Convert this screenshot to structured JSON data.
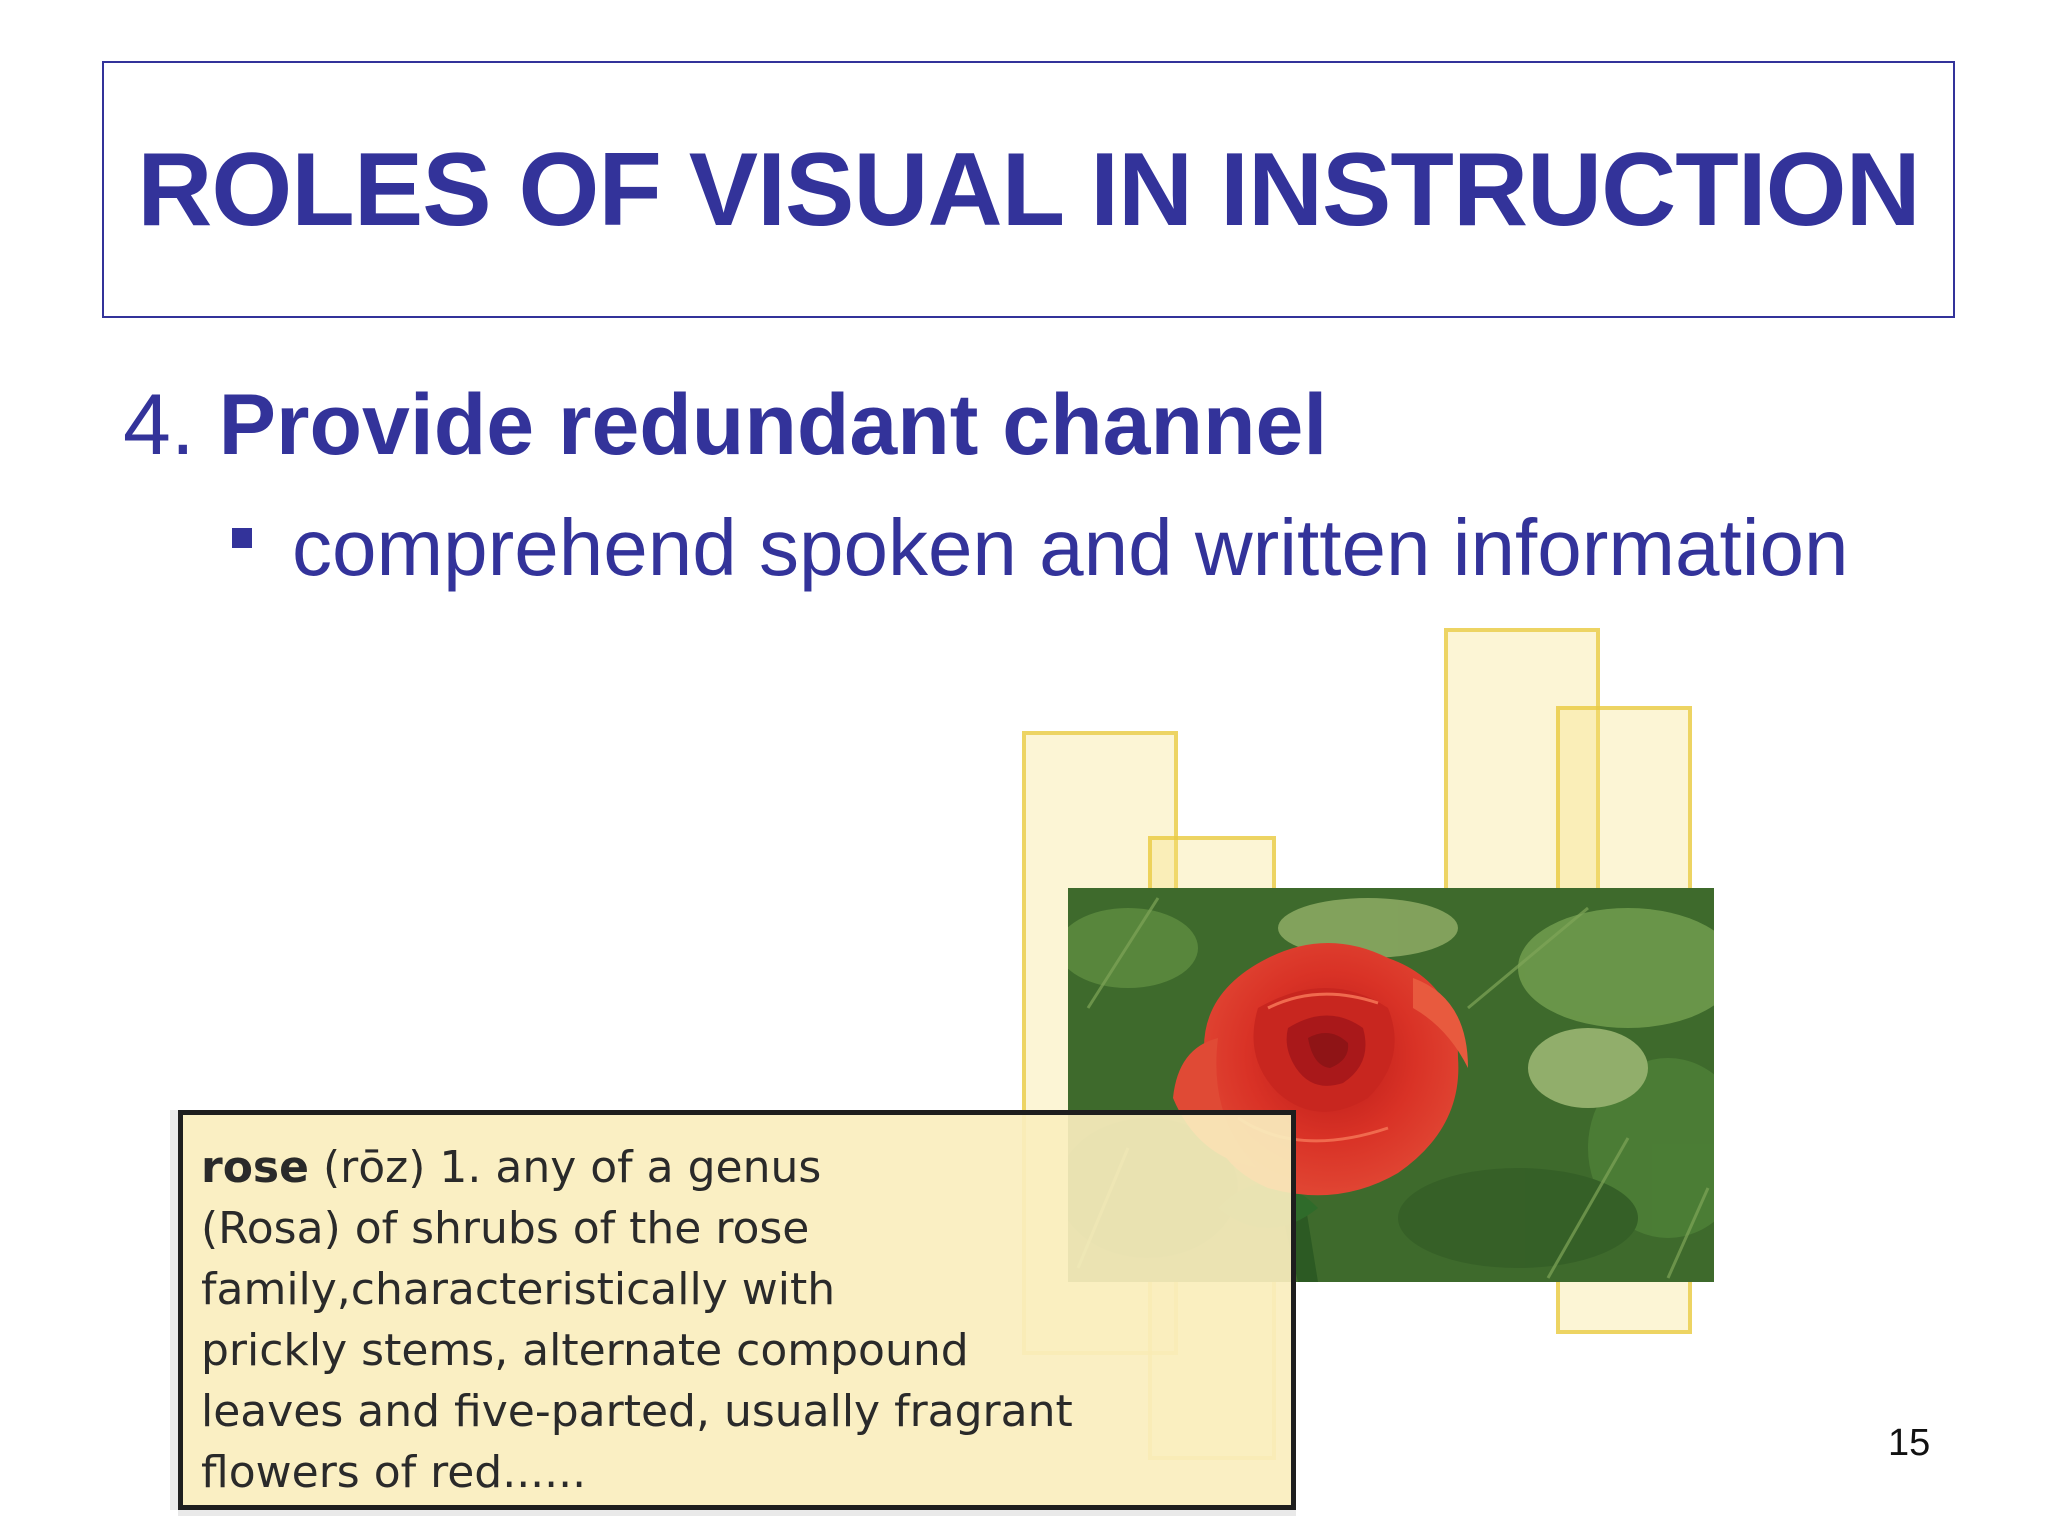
{
  "slide": {
    "title": "ROLES OF VISUAL IN INSTRUCTION",
    "heading": {
      "number": "4.",
      "text": "Provide redundant channel"
    },
    "bullets": [
      {
        "text": "comprehend spoken and written information"
      }
    ],
    "definition": {
      "word": "rose",
      "pronunciation": "(rōz)",
      "first_line_rest": "1. any of a genus",
      "lines": [
        "(Rosa) of shrubs of the rose",
        "family,characteristically with",
        "prickly stems, alternate compound",
        "leaves and five-parted, usually fragrant",
        "flowers of red......"
      ]
    },
    "page_number": "15"
  },
  "colors": {
    "title": "#33339a",
    "deco_fill": "#f6e17d",
    "deco_border": "#e8c83c",
    "card_fill": "#faeebe",
    "rose": "#d42a22",
    "foliage": "#3f6b2a"
  },
  "icons": {
    "bullet": "square-bullet-icon",
    "photo": "red-rose-photo"
  }
}
